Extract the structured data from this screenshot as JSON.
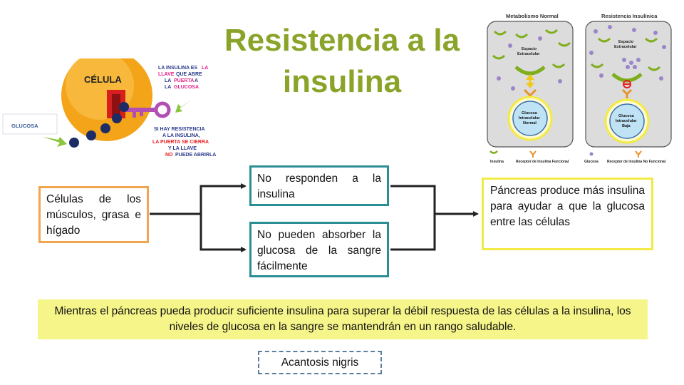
{
  "title": "Resistencia a la insulina",
  "boxes": {
    "cells": "Células de los músculos, grasa e hígado",
    "no_respond": "No responden a la insulina",
    "no_absorb": "No pueden absorber la glucosa de la sangre fácilmente",
    "pancreas": "Páncreas produce más insulina para ayudar a que la glucosa entre las células"
  },
  "note": "Mientras el páncreas pueda producir suficiente insulina para superar la débil respuesta de las células a la insulina, los niveles de glucosa en la sangre se mantendrán en un rango saludable.",
  "acanthosis": "Acantosis nigris",
  "cell_illustration": {
    "cell_label": "CÉLULA",
    "glucose_label": "GLUCOSA",
    "key_text_1": "LA INSULINA ES",
    "key_text_2_a": "LA",
    "key_text_3_a": "LLAVE",
    "key_text_3_b": "QUE ABRE",
    "key_text_4_a": "LA",
    "key_text_4_b": "PUERTA",
    "key_text_4_c": "A",
    "key_text_5_a": "LA",
    "key_text_5_b": "GLUCOSA",
    "res_text_1": "SI HAY RESISTENCIA",
    "res_text_2": "A LA INSULINA,",
    "res_text_3": "LA PUERTA SE CIERRA",
    "res_text_4": "Y LA LLAVE",
    "res_text_5_a": "NO",
    "res_text_5_b": "PUEDE ABRIRLA"
  },
  "metabolism": {
    "normal_title": "Metabolismo Normal",
    "resist_title": "Resistencia Insulínica",
    "extracellular": [
      "Espacio",
      "Extracelular"
    ],
    "normal_intra": [
      "Glucosa",
      "Intracelular",
      "Normal"
    ],
    "low_intra": [
      "Glucosa",
      "Intracelular",
      "Baja"
    ],
    "legend_insulin": "Insulina",
    "legend_func_receptor": "Receptor de Insulina Funcional",
    "legend_glucose": "Glucosa",
    "legend_nonfunc_receptor": "Receptor de Insulina No Funcional"
  },
  "colors": {
    "title": "#8aa42a",
    "orange_border": "#f0a64e",
    "teal_border": "#2a8e94",
    "yellow_border": "#f2ea45",
    "note_fill": "#f5f58a",
    "dashed_border": "#5b7f9c",
    "cell_fill": "#f3a418",
    "door": "#d81f1f",
    "key": "#b24fb5",
    "arrow_green": "#8cc63f",
    "insulin_green": "#7fae1c",
    "glucose_purple": "#9b85c8",
    "receptor_orange": "#e8922a"
  }
}
